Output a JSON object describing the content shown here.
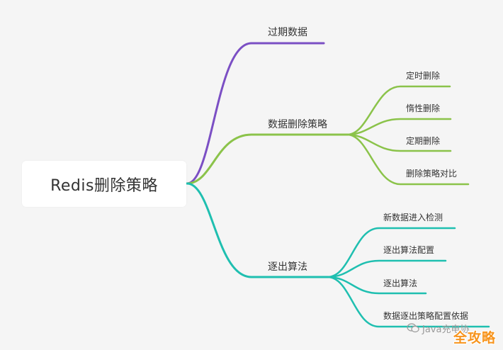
{
  "root": {
    "label": "Redis删除策略"
  },
  "branches": [
    {
      "label": "过期数据",
      "color": "#7b4fc4",
      "children": []
    },
    {
      "label": "数据删除策略",
      "color": "#8bc34a",
      "children": [
        "定时删除",
        "惰性删除",
        "定期删除",
        "删除策略对比"
      ]
    },
    {
      "label": "逐出算法",
      "color": "#1fbfb0",
      "children": [
        "新数据进入检测",
        "逐出算法配置",
        "逐出算法",
        "数据逐出策略配置依据"
      ]
    }
  ],
  "watermark": {
    "text": "Java充电协",
    "icon": "wechat-icon"
  },
  "logo": {
    "text": "全攻略",
    "color": "#f7941d"
  }
}
